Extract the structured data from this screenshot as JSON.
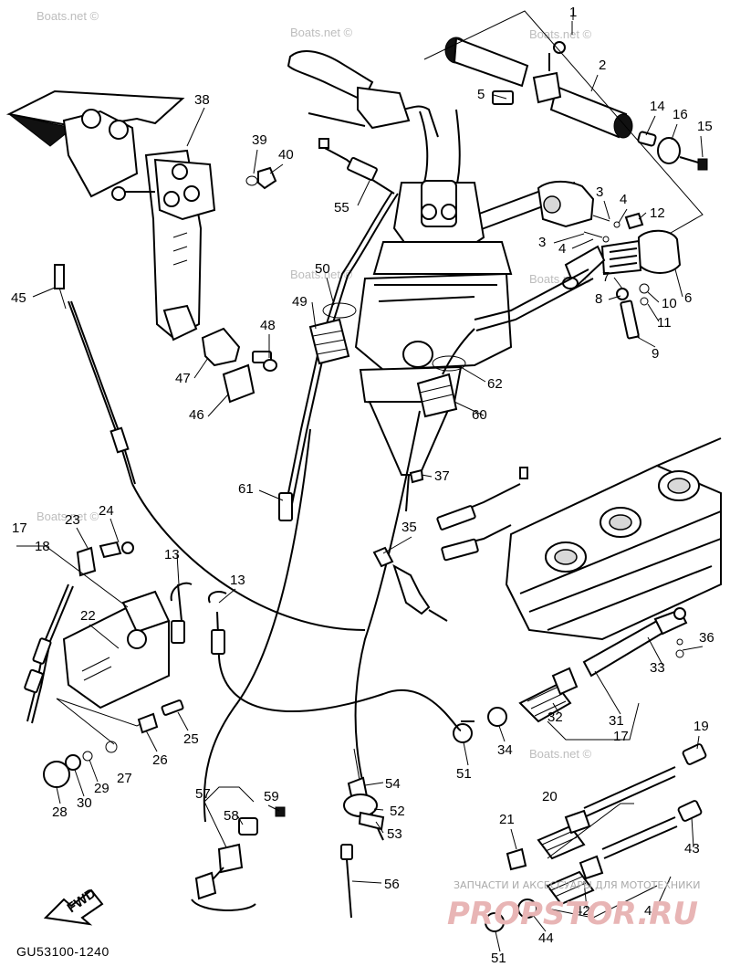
{
  "diagram_code": "GU53100-1240",
  "fwd_label": "FWD",
  "watermarks": [
    "Boats.net ©",
    "Boats.net ©",
    "Boats.net ©",
    "Boats.net ©",
    "Boats.net ©",
    "Boats.net ©",
    "Boats.net ©"
  ],
  "shop_banner": "ЗАПЧАСТИ И АКСЕССУАРЫ ДЛЯ МОТОТЕХНИКИ",
  "shop_logo": "PROPSTOR.RU",
  "callouts": [
    "1",
    "2",
    "3",
    "3",
    "4",
    "4",
    "5",
    "6",
    "7",
    "8",
    "9",
    "10",
    "11",
    "12",
    "13",
    "13",
    "14",
    "15",
    "16",
    "17",
    "17",
    "18",
    "19",
    "20",
    "21",
    "22",
    "23",
    "24",
    "25",
    "26",
    "27",
    "28",
    "29",
    "30",
    "31",
    "32",
    "33",
    "34",
    "35",
    "36",
    "37",
    "38",
    "39",
    "40",
    "41",
    "42",
    "43",
    "44",
    "45",
    "46",
    "47",
    "48",
    "49",
    "50",
    "51",
    "51",
    "52",
    "53",
    "54",
    "55",
    "56",
    "57",
    "58",
    "59",
    "60",
    "61",
    "62"
  ]
}
